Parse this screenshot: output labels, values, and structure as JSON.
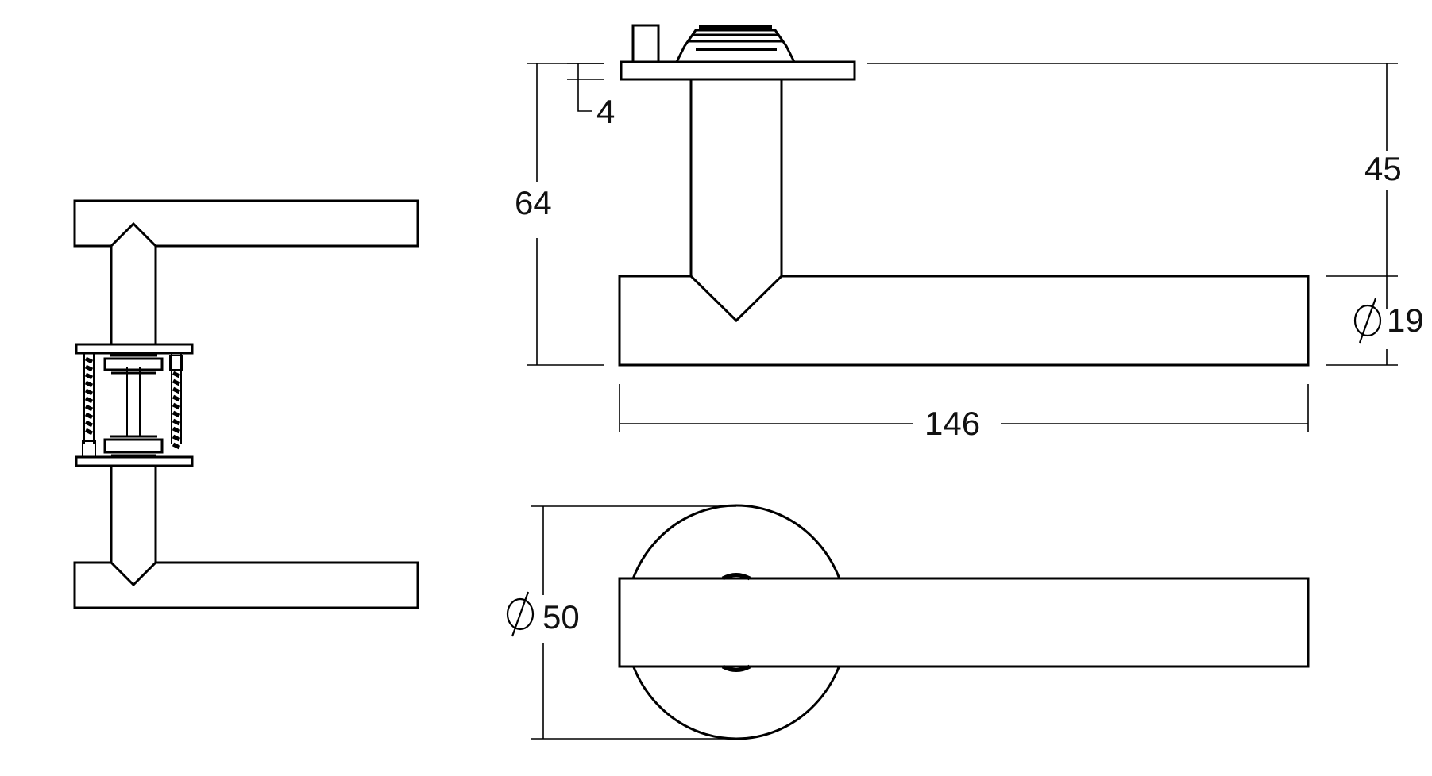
{
  "colors": {
    "line": "#000000",
    "background": "#ffffff"
  },
  "dimensions": {
    "rose_thickness": "4",
    "total_height": "64",
    "lever_offset": "45",
    "lever_diameter_symbol": "∅",
    "lever_diameter": "19",
    "lever_length": "146",
    "rose_diameter_symbol": "∅",
    "rose_diameter": "50"
  }
}
